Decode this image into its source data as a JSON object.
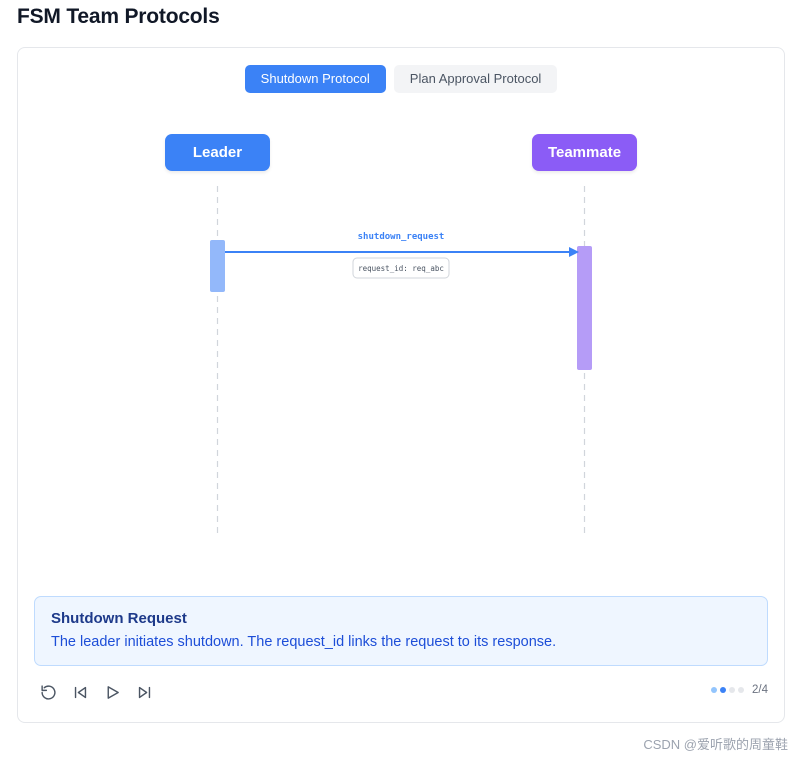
{
  "page": {
    "title": "FSM Team Protocols"
  },
  "tabs": [
    {
      "label": "Shutdown Protocol",
      "active": true
    },
    {
      "label": "Plan Approval Protocol",
      "active": false
    }
  ],
  "diagram": {
    "actors": {
      "leader": {
        "label": "Leader",
        "color": "#3b82f6"
      },
      "teammate": {
        "label": "Teammate",
        "color": "#8b5cf6"
      }
    },
    "message": {
      "label": "shutdown_request",
      "payload": "request_id: req_abc",
      "color": "#3b82f6"
    }
  },
  "info": {
    "title": "Shutdown Request",
    "description": "The leader initiates shutdown. The request_id links the request to its response."
  },
  "controls": {
    "icons": [
      "restart-icon",
      "step-back-icon",
      "play-icon",
      "step-forward-icon"
    ]
  },
  "progress": {
    "current": 2,
    "total": 4,
    "label": "2/4"
  },
  "watermark": "CSDN @爱听歌的周童鞋"
}
